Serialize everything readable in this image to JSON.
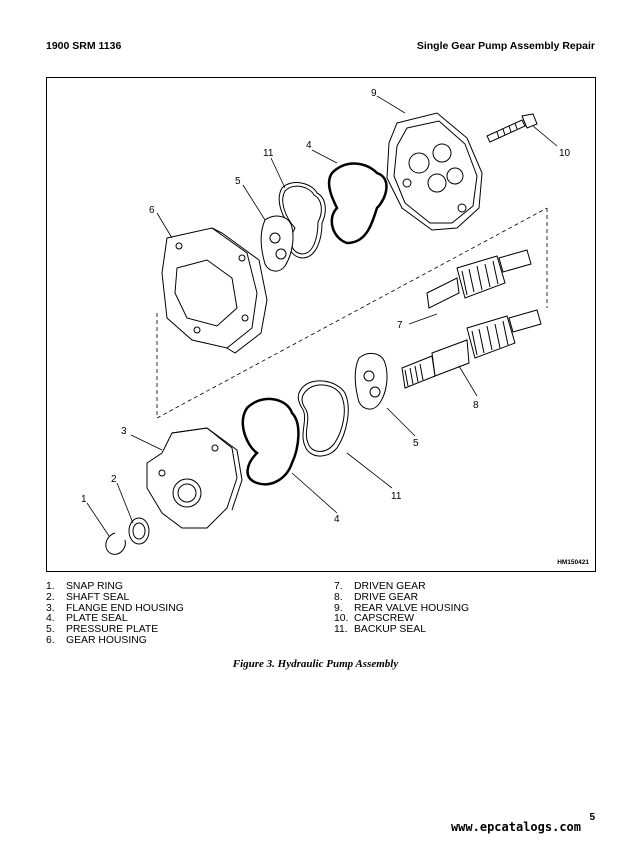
{
  "header": {
    "left": "1900 SRM 1136",
    "right": "Single Gear Pump Assembly Repair"
  },
  "figure": {
    "code": "HM150421",
    "callouts": {
      "c1": "1",
      "c2": "2",
      "c3": "3",
      "c4a": "4",
      "c4b": "4",
      "c5a": "5",
      "c5b": "5",
      "c6": "6",
      "c7": "7",
      "c8": "8",
      "c9": "9",
      "c10": "10",
      "c11a": "11",
      "c11b": "11"
    }
  },
  "legend": {
    "left": [
      {
        "num": "1.",
        "text": "SNAP RING"
      },
      {
        "num": "2.",
        "text": "SHAFT SEAL"
      },
      {
        "num": "3.",
        "text": "FLANGE END HOUSING"
      },
      {
        "num": "4.",
        "text": "PLATE SEAL"
      },
      {
        "num": "5.",
        "text": "PRESSURE PLATE"
      },
      {
        "num": "6.",
        "text": "GEAR HOUSING"
      }
    ],
    "right": [
      {
        "num": "7.",
        "text": "DRIVEN GEAR"
      },
      {
        "num": "8.",
        "text": "DRIVE GEAR"
      },
      {
        "num": "9.",
        "text": "REAR VALVE HOUSING"
      },
      {
        "num": "10.",
        "text": "CAPSCREW"
      },
      {
        "num": "11.",
        "text": "BACKUP SEAL"
      }
    ]
  },
  "caption": "Figure 3. Hydraulic Pump Assembly",
  "page_number": "5",
  "watermark": "www.epcatalogs.com"
}
